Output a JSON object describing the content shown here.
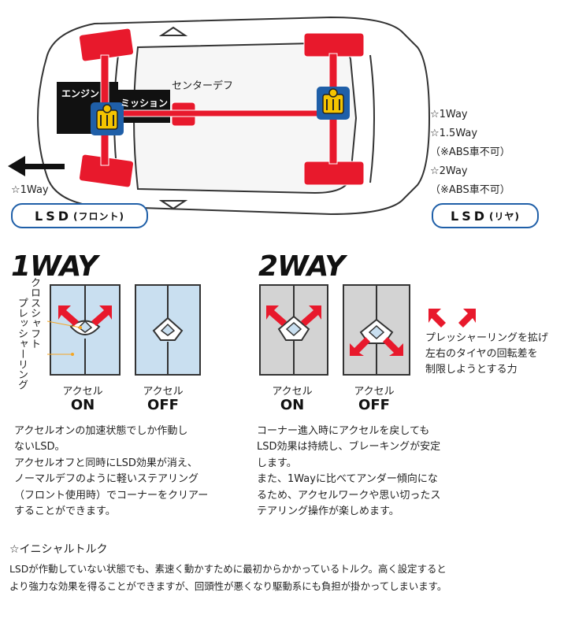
{
  "car_diagram": {
    "engine_label": "エンジン",
    "mission_label": "ミッション",
    "center_diff_label": "センターデフ",
    "front_type": "☆1Way",
    "rear_types": [
      "☆1Way",
      "☆1.5Way",
      "（※ABS車不可）",
      "☆2Way",
      "（※ABS車不可）"
    ],
    "front_pill": {
      "main": "LSD",
      "sub": "(フロント)"
    },
    "rear_pill": {
      "main": "LSD",
      "sub": "(リヤ)"
    }
  },
  "one_way": {
    "title": "1WAY",
    "cross_shaft_label": "クロスシャフト",
    "pressure_ring_label": "プレッシャーリング",
    "accel_label": "アクセル",
    "on_label": "ON",
    "off_label": "OFF",
    "description": [
      "アクセルオンの加速状態でしか作動し",
      "ないLSD。",
      "アクセルオフと同時にLSD効果が消え、",
      "ノーマルデフのように軽いステアリング",
      "（フロント使用時）でコーナーをクリアー",
      "することができます。"
    ]
  },
  "two_way": {
    "title": "2WAY",
    "accel_label": "アクセル",
    "on_label": "ON",
    "off_label": "OFF",
    "description": [
      "コーナー進入時にアクセルを戻しても",
      "LSD効果は持続し、ブレーキングが安定",
      "します。",
      "また、1Wayに比べてアンダー傾向にな",
      "るため、アクセルワークや思い切ったス",
      "テアリング操作が楽しめます。"
    ]
  },
  "legend": {
    "lines": [
      "プレッシャーリングを拡げ",
      "左右のタイヤの回転差を",
      "制限しようとする力"
    ]
  },
  "initial_torque": {
    "heading": "☆イニシャルトルク",
    "lines": [
      "LSDが作動していない状態でも、素速く動かすために最初からかかっているトルク。高く設定すると",
      "より強力な効果を得ることができますが、回頭性が悪くなり駆動系にも負担が掛かってしまいます。"
    ]
  },
  "colors": {
    "accent_red": "#e8192c",
    "lsd_blue": "#1f5fa8",
    "lsd_yellow": "#f5c400",
    "panel_blue": "#c9dff0",
    "panel_gray": "#d3d3d3"
  }
}
